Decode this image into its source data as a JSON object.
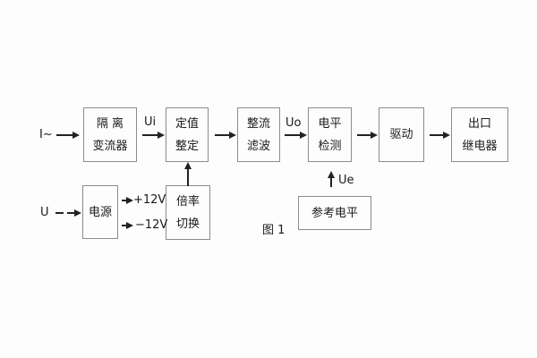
{
  "figure": {
    "caption": "图 1"
  },
  "signals": {
    "input_current": "I~",
    "input_voltage": "U",
    "ui": "Ui",
    "uo": "Uo",
    "ue": "Ue",
    "plus_12v": "+12V",
    "minus_12v": "−12V"
  },
  "blocks": {
    "isolation": {
      "line1": "隔 离",
      "line2": "变流器"
    },
    "setting": {
      "line1": "定值",
      "line2": "整定"
    },
    "rectifier": {
      "line1": "整流",
      "line2": "滤波"
    },
    "level": {
      "line1": "电平",
      "line2": "检测"
    },
    "drive": {
      "label": "驱动"
    },
    "relay": {
      "line1": "出口",
      "line2": "继电器"
    },
    "power": {
      "label": "电源"
    },
    "ratio": {
      "line1": "倍率",
      "line2": "切换"
    },
    "reference": {
      "label": "参考电平"
    }
  },
  "colors": {
    "background": "#fdfdfd",
    "box_border": "#8c8c8c",
    "line": "#222222",
    "text": "#1a1a1a"
  }
}
